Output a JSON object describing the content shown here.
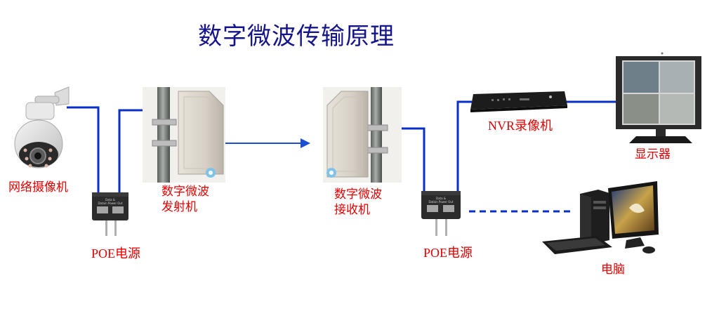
{
  "title": "数字微波传输原理",
  "labels": {
    "camera": "网络摄像机",
    "poe_left": "POE电源",
    "transmitter_line1": "数字微波",
    "transmitter_line2": "发射机",
    "receiver_line1": "数字微波",
    "receiver_line2": "接收机",
    "poe_right": "POE电源",
    "nvr": "NVR录像机",
    "monitor": "显示器",
    "computer": "电脑"
  },
  "poe_port_text": {
    "line1": "Data &",
    "line2": "Datain  Power Out"
  },
  "colors": {
    "title": "#14148c",
    "label": "#e60000",
    "wire": "#0a2fc8",
    "dashed_link": "#0a2fc8",
    "arrow": "#1a4fd0"
  }
}
